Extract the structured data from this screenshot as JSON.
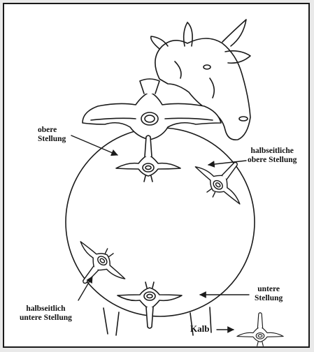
{
  "labels": {
    "obere": [
      "obere",
      "Stellung"
    ],
    "halbseitliche_obere": [
      "halbseitliche",
      "obere Stellung"
    ],
    "untere": [
      "untere",
      "Stellung"
    ],
    "halbseitlich_untere": [
      "halbseitlich",
      "untere Stellung"
    ],
    "kalb": "Kalb"
  },
  "colors": {
    "ink": "#1a1a1a",
    "background": "#ffffff"
  }
}
